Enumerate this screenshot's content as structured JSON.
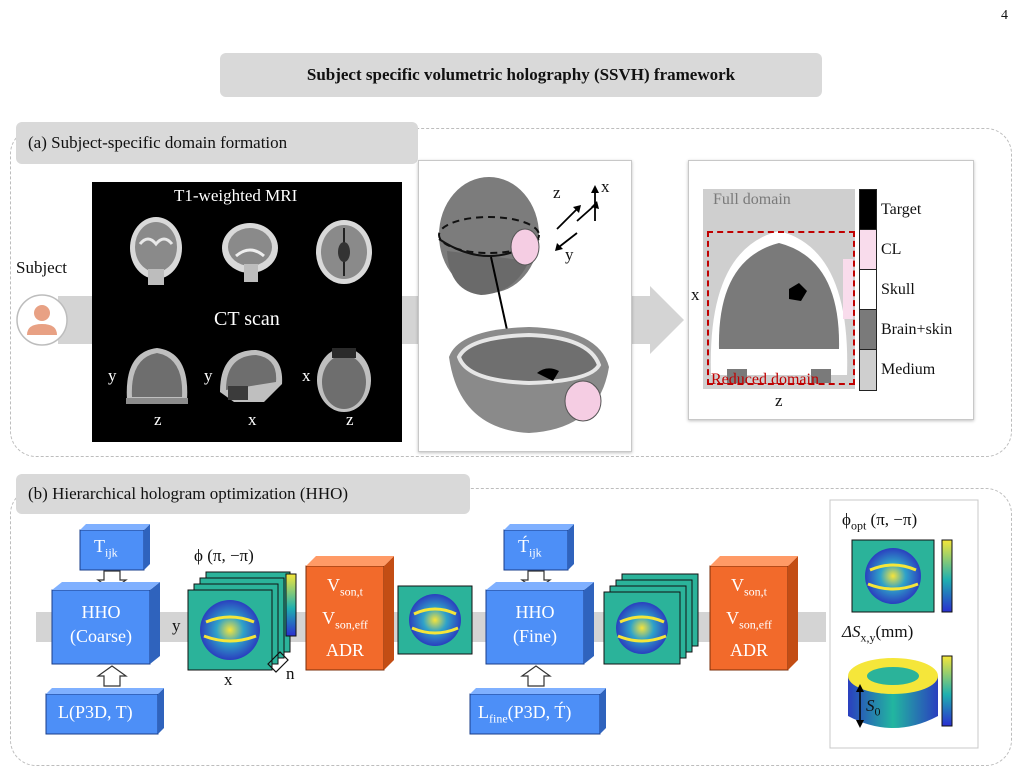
{
  "page_number": "4",
  "title": "Subject specific volumetric holography (SSVH) framework",
  "section_a": {
    "label": "(a) Subject-specific domain formation",
    "subject_label": "Subject",
    "mri_title": "T1-weighted MRI",
    "ct_title": "CT scan",
    "ct_axes": [
      {
        "vertical": "y",
        "horizontal": "z"
      },
      {
        "vertical": "y",
        "horizontal": "x"
      },
      {
        "vertical": "x",
        "horizontal": "z"
      }
    ],
    "head_axes": {
      "z": "z",
      "x": "x",
      "y": "y"
    },
    "domain": {
      "full": "Full domain",
      "reduced": "Reduced domain",
      "x_axis": "x",
      "z_axis": "z",
      "legend": [
        {
          "label": "Target",
          "color": "#000000"
        },
        {
          "label": "CL",
          "color": "#f9dcec"
        },
        {
          "label": "Skull",
          "color": "#ffffff"
        },
        {
          "label": "Brain+skin",
          "color": "#7a7a7a"
        },
        {
          "label": "Medium",
          "color": "#cfcfcf"
        }
      ]
    }
  },
  "section_b": {
    "label": "(b) Hierarchical hologram optimization (HHO)",
    "t_input": "T",
    "t_input_sub": "ijk",
    "t_fine_input": "T́",
    "t_fine_input_sub": "ijk",
    "hho_coarse_line1": "HHO",
    "hho_coarse_line2": "(Coarse)",
    "hho_fine_line1": "HHO",
    "hho_fine_line2": "(Fine)",
    "loss_coarse": "L(P3D, T)",
    "loss_fine_main": "L",
    "loss_fine_sub": "fine",
    "loss_fine_args": "(P3D, T́)",
    "phi_label": "ϕ (π, −π)",
    "axis_y": "y",
    "axis_x": "x",
    "axis_n": "n",
    "metric_v": "V",
    "metric_v_sub1": "son,t",
    "metric_v_sub2": "son,eff",
    "metric_adr": "ADR",
    "phi_opt_main": "ϕ",
    "phi_opt_sub": "opt",
    "phi_opt_range": "(π, −π)",
    "delta_s_main": "ΔS",
    "delta_s_sub": "x,y",
    "delta_s_unit": "(mm)",
    "s0_main": "S",
    "s0_sub": "0"
  },
  "colors": {
    "box_blue": "#4d8ff7",
    "box_orange": "#f26a2b",
    "panel_teal": "#2bb39a",
    "band_gray": "#d4d4d4",
    "reduced_red": "#c00000"
  }
}
